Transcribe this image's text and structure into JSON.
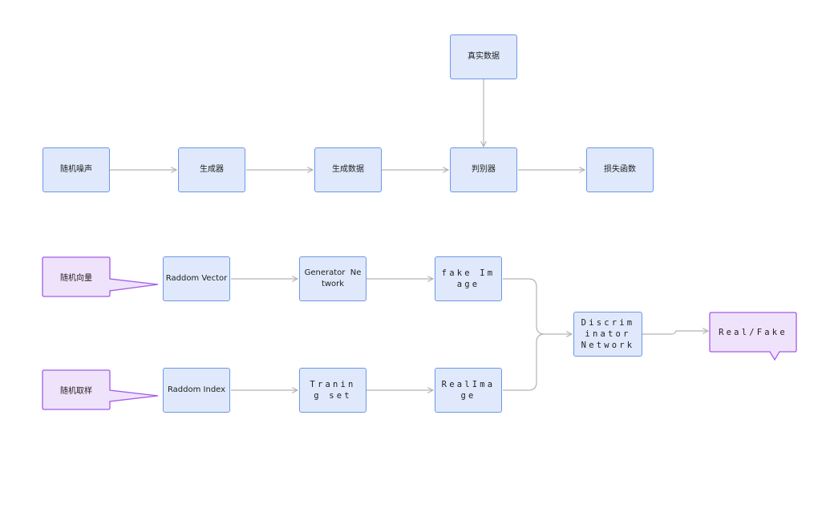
{
  "colors": {
    "node_fill": "#dfe9fb",
    "node_border": "#6d97e8",
    "callout_fill": "#efe3fb",
    "callout_border": "#a45be8",
    "edge": "#b3b3b3"
  },
  "top_flow": {
    "real_data": "真实数据",
    "random_noise": "随机噪声",
    "generator": "生成器",
    "generated_data": "生成数据",
    "discriminator": "判别器",
    "loss_function": "损失函数"
  },
  "bottom_flow": {
    "random_vector": "随机向量",
    "random_sampling": "随机取样",
    "raddom_vector": "Raddom Vector",
    "raddom_index": "Raddom Index",
    "generator_network": "Generator  Ne\ntwork",
    "training_set": "Tranin\ng set",
    "fake_image": "fake Im\nage",
    "real_image": "RealIma\nge",
    "discriminator_network": "Discrim\ninator\nNetwork",
    "real_fake": "Real/Fake"
  }
}
